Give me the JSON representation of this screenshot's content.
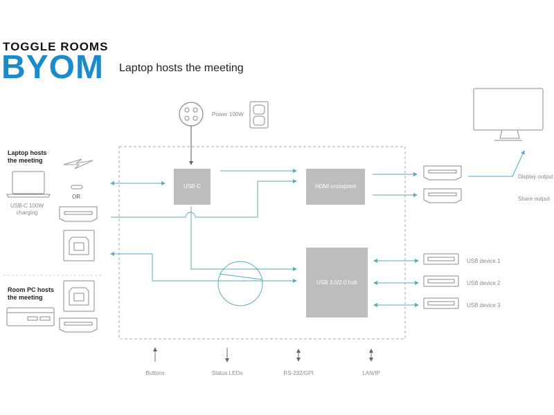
{
  "brand": {
    "line1": "TOGGLE ROOMS",
    "line2": "BYOM"
  },
  "headline": "Laptop hosts the meeting",
  "power": {
    "label": "Power 100W"
  },
  "left": {
    "laptop_title": "Laptop hosts the meeting",
    "usbc_label": "USB-C 100W charging",
    "or_label": "OR",
    "roompc_title": "Room PC hosts the meeting"
  },
  "center": {
    "usbc_box": "USB-C",
    "hdmi_box": "HDMI crosspoint",
    "usb_hub_box": "USB 3.0/2.0 hub"
  },
  "right": {
    "display_output": "Display output",
    "share_output": "Share output",
    "usb_devices": [
      "USB device 1",
      "USB device 2",
      "USB device 3"
    ]
  },
  "bottom": [
    "Buttons",
    "Status LEDs",
    "RS-232/GPI",
    "LAN/IP"
  ],
  "colors": {
    "accent": "#1a8ccc",
    "line": "#5aa9c0",
    "box": "#bdbdbd"
  }
}
